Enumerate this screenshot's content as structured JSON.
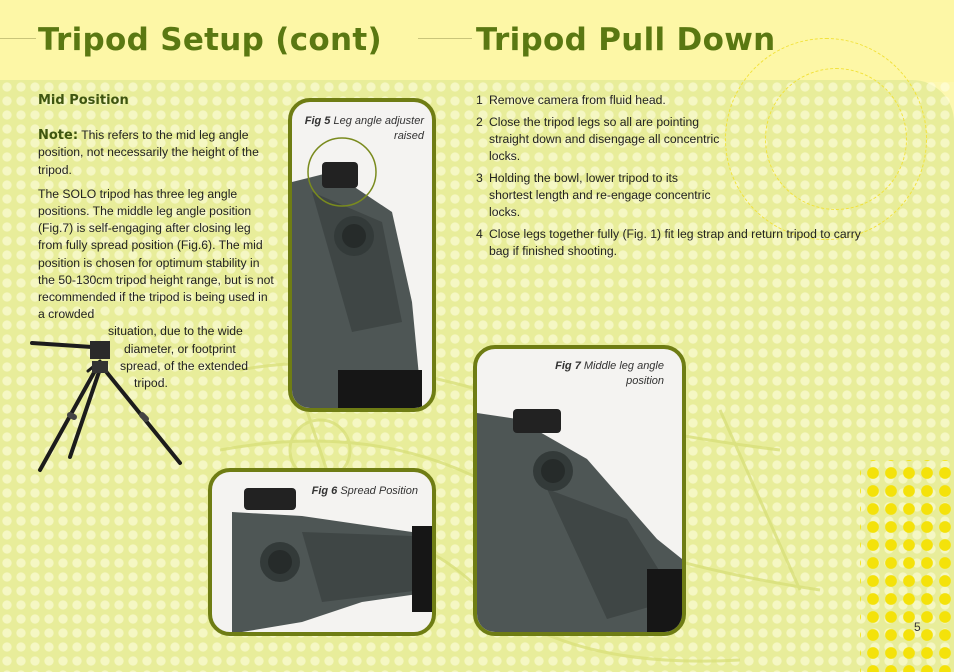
{
  "titles": {
    "left": "Tripod Setup (cont)",
    "right": "Tripod Pull Down"
  },
  "mid_position": {
    "heading": "Mid Position",
    "note_label": "Note:",
    "note_text": " This refers to the mid leg angle position, not necessarily the height of the tripod.",
    "body_lines": [
      "The SOLO tripod has three leg angle positions. The middle leg angle position (Fig.7) is self-engaging after closing leg from fully spread position (Fig.6). The mid position is chosen for optimum stability in the 50-130cm tripod height range, but is not recommended if the tripod is being used in a crowded",
      "situation, due to the wide",
      "diameter, or footprint",
      "spread, of the extended",
      "tripod."
    ]
  },
  "steps": [
    {
      "num": "1",
      "text": "Remove camera from fluid head."
    },
    {
      "num": "2",
      "text": "Close the tripod legs so all are pointing straight down and disengage all concentric locks."
    },
    {
      "num": "3",
      "text": "Holding the bowl, lower tripod to its shortest length and re-engage concentric locks."
    },
    {
      "num": "4",
      "text": "Close legs together fully (Fig. 1) fit leg strap and return tripod to carry bag if finished shooting."
    }
  ],
  "figures": {
    "fig5": {
      "label": "Fig 5",
      "caption": "Leg angle adjuster raised"
    },
    "fig6": {
      "label": "Fig 6",
      "caption": "Spread Position"
    },
    "fig7": {
      "label": "Fig 7",
      "caption": "Middle leg angle position"
    }
  },
  "page_number": "5",
  "colors": {
    "accent": "#5a7812",
    "frame": "#6f7d14",
    "background": "#e8ed9a",
    "yellow_dots": "#f4e20a"
  }
}
